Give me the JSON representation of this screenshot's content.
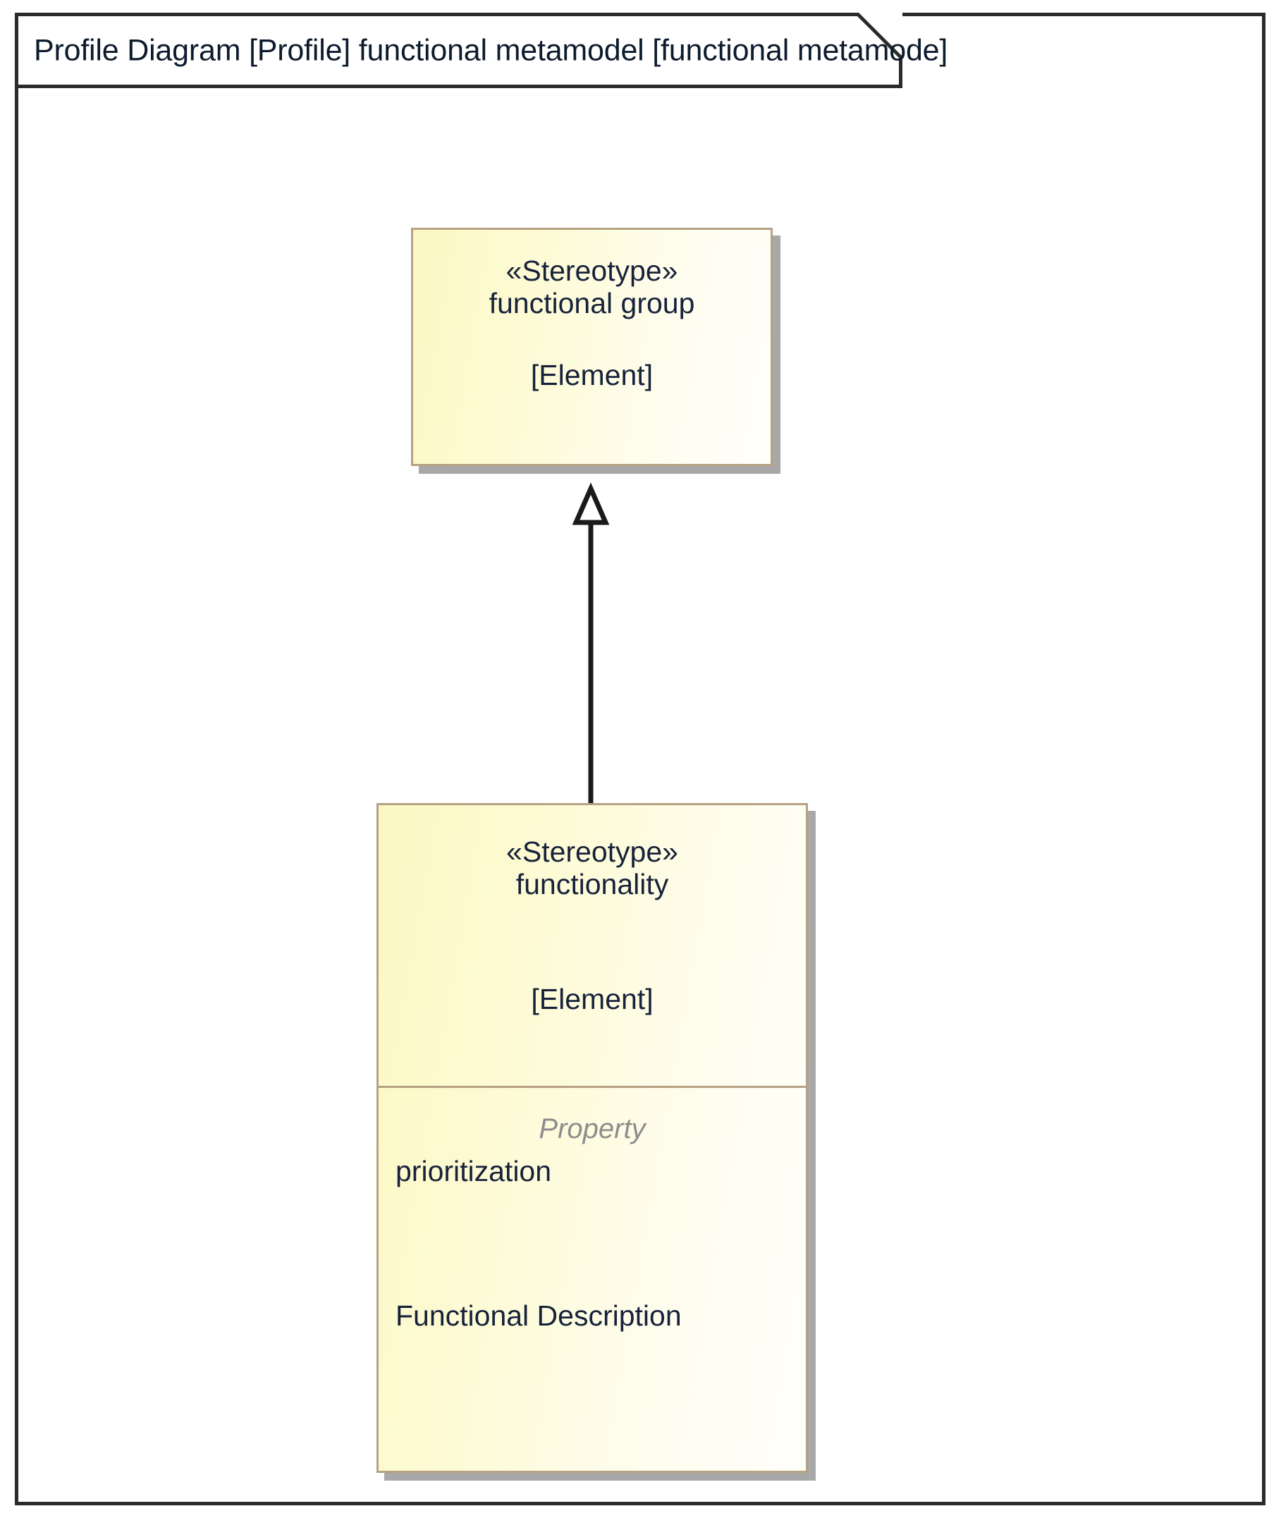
{
  "frame": {
    "title": "Profile Diagram [Profile] functional metamodel [functional metamode]",
    "kind": "Profile Diagram",
    "border_color": "#2b2b2b",
    "background": "#ffffff"
  },
  "palette": {
    "element_fill_start": "#fcf8c3",
    "element_fill_end": "#fffffa",
    "element_border": "#b6a183",
    "element_shadow": "#a8a8a8",
    "text": "#17223a",
    "property_label": "#8d8d8d",
    "connector": "#1a1a1a"
  },
  "elements": [
    {
      "id": "functional-group",
      "stereotype": "«Stereotype»",
      "name": "functional group",
      "metaclass": "[Element]",
      "compartments": []
    },
    {
      "id": "functionality",
      "stereotype": "«Stereotype»",
      "name": "functionality",
      "metaclass": "[Element]",
      "compartments": [
        {
          "header": "Property",
          "items": [
            "prioritization",
            "Functional Description"
          ]
        }
      ]
    }
  ],
  "connections": [
    {
      "type": "generalization",
      "source": "functionality",
      "target": "functional-group",
      "arrowhead": "hollow-triangle"
    }
  ]
}
